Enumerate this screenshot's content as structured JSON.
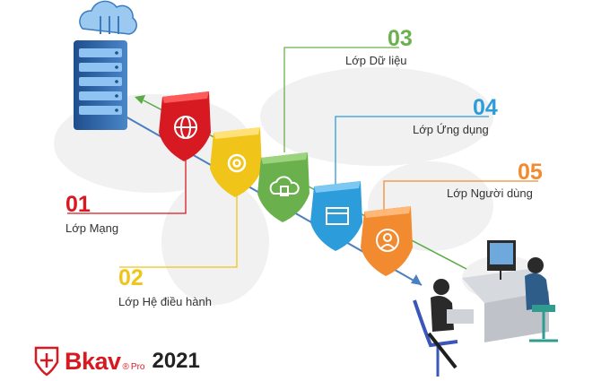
{
  "layers": [
    {
      "number": "01",
      "label": "Lớp Mạng",
      "color": "#d71921",
      "icon": "globe-icon"
    },
    {
      "number": "02",
      "label": "Lớp Hệ điều hành",
      "color": "#f0c419",
      "icon": "gear-icon"
    },
    {
      "number": "03",
      "label": "Lớp Dữ liệu",
      "color": "#6ab04c",
      "icon": "cloud-data-icon"
    },
    {
      "number": "04",
      "label": "Lớp Ứng dụng",
      "color": "#2d9cdb",
      "icon": "app-window-icon"
    },
    {
      "number": "05",
      "label": "Lớp Người dùng",
      "color": "#f28b30",
      "icon": "user-icon"
    }
  ],
  "brand": {
    "name": "Bkav",
    "suffix": "Pro",
    "year": "2021",
    "registered": "®"
  },
  "icons": {
    "server": "server-rack-icon",
    "cloud": "cloud-upload-icon",
    "people": "office-workers-illustration"
  }
}
